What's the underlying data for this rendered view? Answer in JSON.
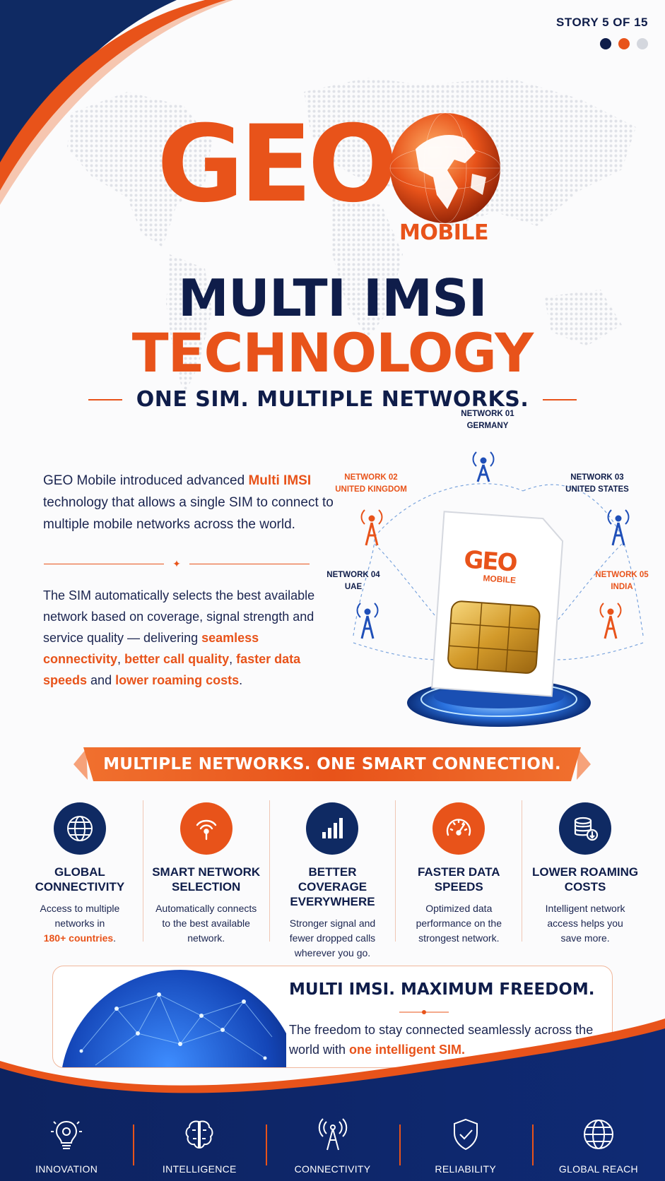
{
  "story": {
    "label": "STORY 5 OF 15",
    "dots": [
      "#0f1d4a",
      "#e8531a",
      "#d4d7de"
    ]
  },
  "logo": {
    "wordmark": "GEO",
    "sub": "MOBILE"
  },
  "title": {
    "line1": "MULTI IMSI",
    "line2": "TECHNOLOGY",
    "tagline": "ONE SIM. MULTIPLE NETWORKS."
  },
  "intro": {
    "p1_before": "GEO Mobile introduced advanced ",
    "p1_hl": "Multi IMSI",
    "p1_after": " technology that allows a single SIM to connect to multiple mobile networks across the world.",
    "p2_before": "The SIM automatically selects the best available network based on coverage, signal strength and service quality — delivering ",
    "p2_hl1": "seamless connectivity",
    "p2_c1": ", ",
    "p2_hl2": "better call quality",
    "p2_c2": ", ",
    "p2_hl3": "faster data speeds",
    "p2_and": " and ",
    "p2_hl4": "lower roaming costs",
    "p2_end": "."
  },
  "networks": [
    {
      "name": "NETWORK 01",
      "country": "GERMANY",
      "color": "navy"
    },
    {
      "name": "NETWORK 02",
      "country": "UNITED KINGDOM",
      "color": "orange"
    },
    {
      "name": "NETWORK 03",
      "country": "UNITED STATES",
      "color": "navy"
    },
    {
      "name": "NETWORK 04",
      "country": "UAE",
      "color": "navy"
    },
    {
      "name": "NETWORK 05",
      "country": "INDIA",
      "color": "orange"
    }
  ],
  "sim": {
    "brand": "GEO",
    "sub": "MOBILE"
  },
  "banner": "MULTIPLE NETWORKS. ONE SMART CONNECTION.",
  "features": [
    {
      "icon": "globe-icon",
      "title1": "GLOBAL",
      "title2": "CONNECTIVITY",
      "desc1": "Access to multiple",
      "desc2": "networks in",
      "desc3_hl": "180+ countries",
      "desc3_end": ".",
      "bg": "#0f2a63"
    },
    {
      "icon": "signal-antenna-icon",
      "title1": "SMART NETWORK",
      "title2": "SELECTION",
      "desc1": "Automatically connects",
      "desc2": "to the best available",
      "desc3_hl": "",
      "desc3_end": "network.",
      "bg": "#e8531a"
    },
    {
      "icon": "signal-bars-icon",
      "title1": "BETTER COVERAGE",
      "title2": "EVERYWHERE",
      "desc1": "Stronger signal and",
      "desc2": "fewer dropped calls",
      "desc3_hl": "",
      "desc3_end": "wherever you go.",
      "bg": "#0f2a63"
    },
    {
      "icon": "speedometer-icon",
      "title1": "FASTER DATA",
      "title2": "SPEEDS",
      "desc1": "Optimized data",
      "desc2": "performance on the",
      "desc3_hl": "",
      "desc3_end": "strongest network.",
      "bg": "#e8531a"
    },
    {
      "icon": "database-savings-icon",
      "title1": "LOWER ROAMING",
      "title2": "COSTS",
      "desc1": "Intelligent network",
      "desc2": "access helps you",
      "desc3_hl": "",
      "desc3_end": "save more.",
      "bg": "#0f2a63"
    }
  ],
  "freedom": {
    "title": "MULTI IMSI. MAXIMUM FREEDOM.",
    "text_before": "The freedom to stay connected seamlessly across the world with ",
    "text_hl": "one intelligent SIM."
  },
  "footer": [
    {
      "icon": "lightbulb-icon",
      "label": "INNOVATION"
    },
    {
      "icon": "brain-icon",
      "label": "INTELLIGENCE"
    },
    {
      "icon": "tower-icon",
      "label": "CONNECTIVITY"
    },
    {
      "icon": "shield-check-icon",
      "label": "RELIABILITY"
    },
    {
      "icon": "globe-icon",
      "label": "GLOBAL REACH"
    }
  ],
  "colors": {
    "navy": "#0f1d4a",
    "orange": "#e8531a",
    "blue": "#1f4fb8"
  }
}
